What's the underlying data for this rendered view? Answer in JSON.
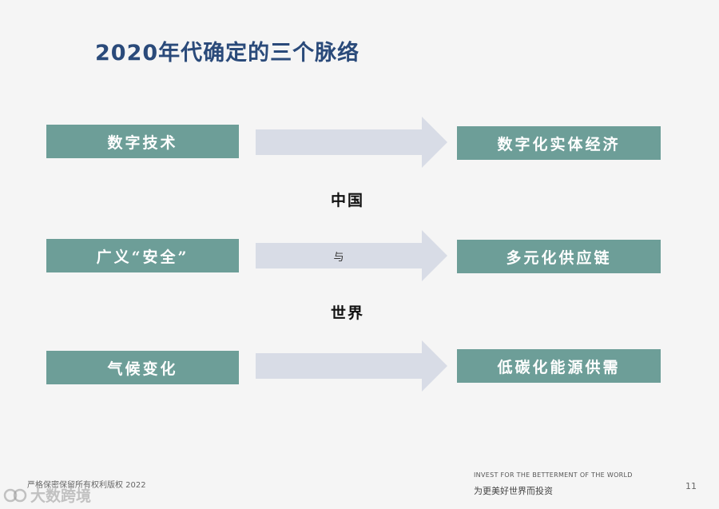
{
  "title": "2020年代确定的三个脉络",
  "rows": [
    {
      "left": "数字技术",
      "arrow_label": "",
      "right": "数字化实体经济"
    },
    {
      "left": "广义“安全”",
      "arrow_label": "与",
      "right": "多元化供应链"
    },
    {
      "left": "气候变化",
      "arrow_label": "",
      "right": "低碳化能源供需"
    }
  ],
  "middle_labels": [
    "中国",
    "世界"
  ],
  "footer": {
    "copyright": "严格保密保留所有权利版权 2022",
    "watermark": "大数跨境",
    "slogan_en": "INVEST  FOR THE BETTERMENT  OF THE WORLD",
    "slogan_cn": "为更美好世界而投资",
    "page_number": "11"
  },
  "colors": {
    "box": "#6d9e98",
    "arrow": "#d8dce6",
    "title": "#2a4a7a",
    "background": "#f5f5f5"
  }
}
